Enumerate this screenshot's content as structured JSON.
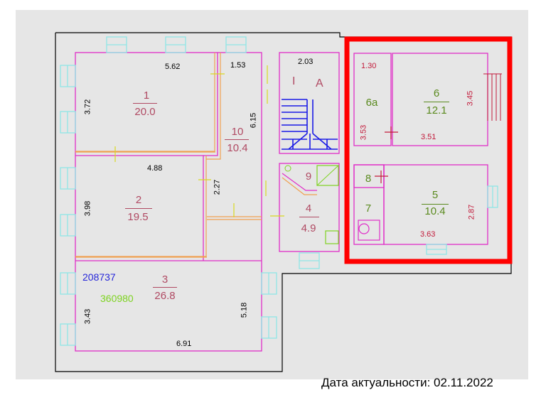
{
  "colors": {
    "wall": "#e02ec8",
    "outline": "#000000",
    "orange": "#f0a050",
    "window": "#8fe6e6",
    "highlight": "#ff0000",
    "stair": "#1a1ae6",
    "green": "#7ed321",
    "background": "#e6e6e6"
  },
  "rooms": {
    "r1": {
      "num": "1",
      "area": "20.0"
    },
    "r10": {
      "num": "10",
      "area": "10.4"
    },
    "r2": {
      "num": "2",
      "area": "19.5"
    },
    "r3": {
      "num": "3",
      "area": "26.8"
    },
    "r4": {
      "num": "4",
      "area": "4.9"
    },
    "r9": {
      "num": "9"
    },
    "r6": {
      "num": "6",
      "area": "12.1"
    },
    "r6a": {
      "num": "6а"
    },
    "r5": {
      "num": "5",
      "area": "10.4"
    },
    "r7": {
      "num": "7"
    },
    "r8": {
      "num": "8"
    }
  },
  "stair_labels": {
    "roman": "I",
    "letter": "A"
  },
  "dims": {
    "d562": "5.62",
    "d153": "1.53",
    "d203": "2.03",
    "d372": "3.72",
    "d615": "6.15",
    "d488": "4.88",
    "d227": "2.27",
    "d398": "3.98",
    "d343": "3.43",
    "d518": "5.18",
    "d691": "6.91",
    "d130": "1.30",
    "d353": "3.53",
    "d351": "3.51",
    "d345": "3.45",
    "d363": "3.63",
    "d287": "2.87"
  },
  "codes": {
    "blue": "208737",
    "green": "360980"
  },
  "date_label": "Дата актуальности: 02.11.2022"
}
